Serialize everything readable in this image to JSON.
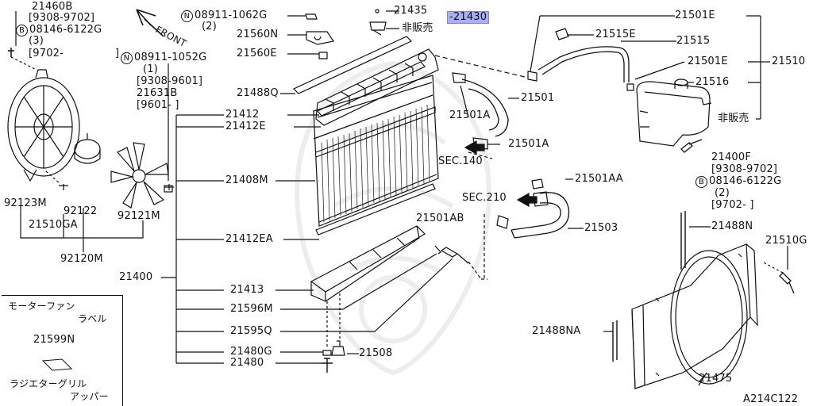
{
  "labels": {
    "l21460B": "21460B",
    "l9308_9702_a": "[9308-9702]",
    "l08146_6122G_a": "08146-6122G",
    "l3": "(3)",
    "l9702_a": "[9702-",
    "l9702_a_close": "]",
    "l08911_1062G": "08911-1062G",
    "l2_a": "(2)",
    "l21560N": "21560N",
    "l21560E": "21560E",
    "l08911_1052G": "08911-1052G",
    "l1": "(1)",
    "l9308_9601": "[9308-9601]",
    "l21631B": "21631B",
    "l9601": "[9601-   ]",
    "l21488Q": "21488Q",
    "l21435": "21435",
    "l21430": "-21430",
    "hanbai_1": "非販売",
    "l21501E_a": "21501E",
    "l21515E": "21515E",
    "l21515": "21515",
    "l21501E_b": "21501E",
    "l21510": "21510",
    "l21516": "21516",
    "hanbai_2": "非販売",
    "l21501": "21501",
    "l21501A_a": "21501A",
    "l21501A_b": "21501A",
    "l21412": "21412",
    "l21412E": "21412E",
    "sec140": "SEC.140",
    "l21400F": "21400F",
    "l9308_9702_b": "[9308-9702]",
    "l08146_6122G_b": "08146-6122G",
    "l2_b": "(2)",
    "l9702_b": "[9702-      ]",
    "l21408M": "21408M",
    "l21501AA": "21501AA",
    "sec210": "SEC.210",
    "l92123M": "92123M",
    "l92122": "92122",
    "l92121M": "92121M",
    "l21510GA": "21510GA",
    "l92120M": "92120M",
    "l21501AB": "21501AB",
    "l21503": "21503",
    "l21488N": "21488N",
    "l21510G": "21510G",
    "l21412EA": "21412EA",
    "l21400": "21400",
    "l21413": "21413",
    "l21596M": "21596M",
    "l21595Q": "21595Q",
    "l21488NA": "21488NA",
    "l21480G": "21480G",
    "l21508": "21508",
    "l21480": "21480",
    "l21475": "21475",
    "l21599N": "21599N",
    "motor_fan": "モーターファン",
    "label_jp": "ラベル",
    "grill_1": "ラジエターグリル",
    "grill_2": "アッパー",
    "front": "FRONT",
    "diag_code": "A214C122",
    "circ_N": "N",
    "circ_B": "B"
  },
  "colors": {
    "line": "#111111",
    "highlight": "#a9b0f0"
  }
}
